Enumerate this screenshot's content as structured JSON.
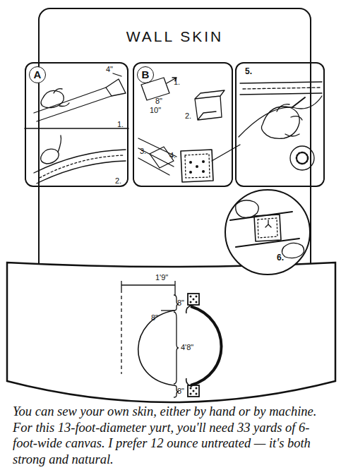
{
  "diagram": {
    "title": "WALL SKIN",
    "caption": "You can sew your own skin, either by hand or by machine. For this 13-foot-diameter yurt, you'll need 33 yards of 6-foot-wide canvas. I prefer 12 ounce untreated — it's both strong and natural.",
    "nodes": [
      {
        "text": [
          "A"
        ]
      },
      {
        "text": [
          "B"
        ]
      },
      {
        "text": [
          "5."
        ]
      },
      {
        "text": [
          "6."
        ]
      }
    ],
    "labels": [
      "4\"",
      "1.",
      "2.",
      "8\"",
      "10\"",
      "1.",
      "2.",
      "3.",
      "4.",
      "1'9\"",
      "8\"",
      "8\"",
      "4'8\"",
      "8\""
    ]
  }
}
